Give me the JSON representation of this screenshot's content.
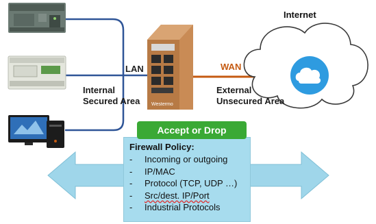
{
  "labels": {
    "internet": "Internet",
    "lan": "LAN",
    "wan": "WAN",
    "internal": "Internal",
    "secured_area": "Secured Area",
    "external": "External",
    "unsecured_area": "Unsecured Area",
    "router_brand": "Westermo"
  },
  "action_badge": "Accept or Drop",
  "policy": {
    "title": "Firewall Policy:",
    "items": [
      {
        "dash": "-",
        "text": "Incoming or outgoing"
      },
      {
        "dash": "-",
        "text": "IP/MAC"
      },
      {
        "dash": "-",
        "text": "Protocol (TCP, UDP …)"
      },
      {
        "dash": "-",
        "text": "Src/dest. IP/Port"
      },
      {
        "dash": "-",
        "text": "Industrial Protocols"
      }
    ]
  },
  "colors": {
    "lan_line": "#2f5597",
    "wan_line": "#c55a11",
    "router_body": "#c98b55",
    "arrow_fill": "#9fd6ea",
    "badge": "#3aa935",
    "cloud_icon": "#2e9be0"
  },
  "icons": [
    "plc-device-icon",
    "hmi-device-icon",
    "workstation-icon",
    "router-icon",
    "cloud-icon"
  ]
}
